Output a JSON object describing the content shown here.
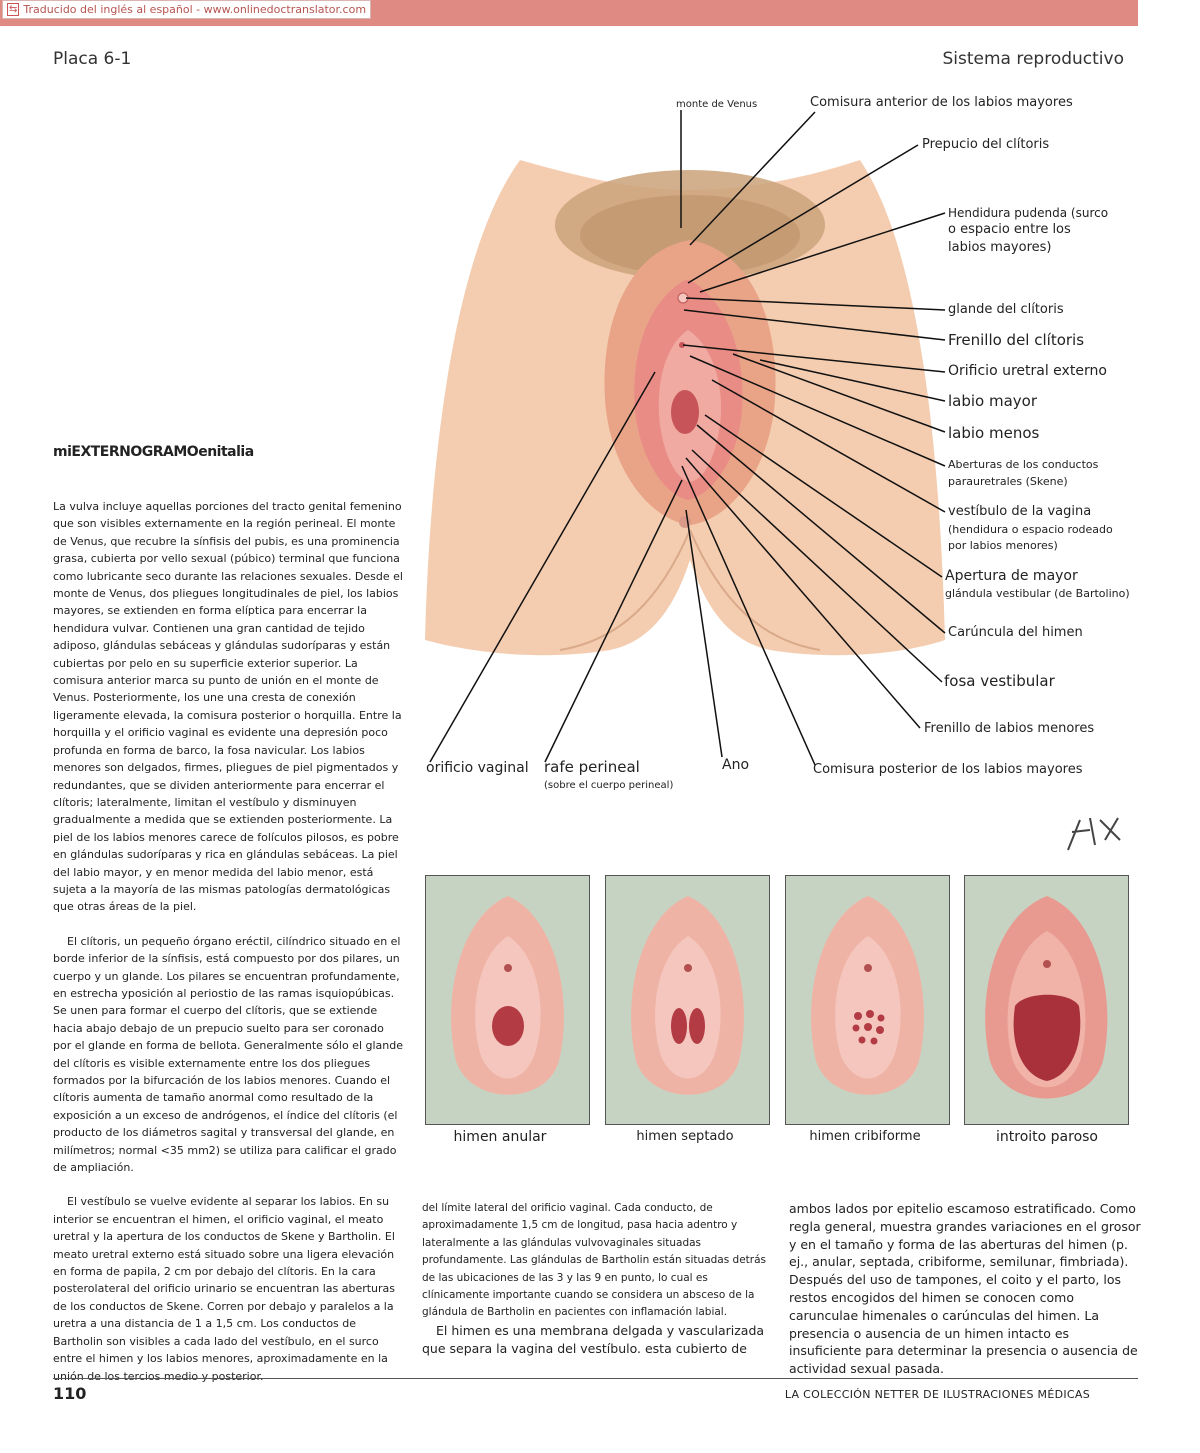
{
  "banner": {
    "text": "Traducido del inglés al español - www.onlinedoctranslator.com"
  },
  "header": {
    "plate": "Placa 6-1",
    "section": "Sistema reproductivo"
  },
  "labels": {
    "monte": "monte de Venus",
    "comisura_ant": "Comisura anterior de los labios mayores",
    "prepucio": "Prepucio del clítoris",
    "hendidura_1": "Hendidura pudenda (surco",
    "hendidura_2": "o espacio entre los",
    "hendidura_3": "labios mayores)",
    "glande": "glande del clítoris",
    "frenillo_clit": "Frenillo del clítoris",
    "orificio_uretral": "Orificio uretral externo",
    "labio_mayor": "labio mayor",
    "labio_menos": "labio menos",
    "aberturas_1": "Aberturas de los conductos",
    "aberturas_2": "parauretrales (Skene)",
    "vestibulo_1": "vestíbulo de la vagina",
    "vestibulo_2": "(hendidura o espacio rodeado",
    "vestibulo_3": "por labios menores)",
    "apertura_1": "Apertura de mayor",
    "apertura_2": "glándula vestibular (de Bartolino)",
    "caruncula": "Carúncula del himen",
    "fosa": "fosa vestibular",
    "frenillo_labios": "Frenillo de labios menores",
    "comisura_post": "Comisura posterior de los labios mayores",
    "orificio_vaginal": "orificio vaginal",
    "rafe": "rafe perineal",
    "rafe_sub": "(sobre el cuerpo perineal)",
    "ano": "Ano"
  },
  "section_title": "miEXTERNOGRAMOenitalia",
  "col1": {
    "p1": "La vulva incluye aquellas porciones del tracto genital femenino que son visibles externamente en la región perineal. El monte de Venus, que recubre la sínfisis del pubis, es una prominencia grasa, cubierta por vello sexual (púbico) terminal que funciona como lubricante seco durante las relaciones sexuales. Desde el monte de Venus, dos pliegues longitudinales de piel, los labios mayores, se extienden en forma elíptica para encerrar la hendidura vulvar. Contienen una gran cantidad de tejido adiposo, glándulas sebáceas y glándulas sudoríparas y están cubiertas por pelo en su superficie exterior superior. La comisura anterior marca su punto de unión en el monte de Venus. Posteriormente, los une una cresta de conexión ligeramente elevada, la comisura posterior o horquilla. Entre la horquilla y el orificio vaginal es evidente una depresión poco profunda en forma de barco, la fosa navicular. Los labios menores son delgados, firmes, pliegues de piel pigmentados y redundantes, que se dividen anteriormente para encerrar el clítoris; lateralmente, limitan el vestíbulo y disminuyen gradualmente a medida que se extienden posteriormente. La piel de los labios menores carece de folículos pilosos, es pobre en glándulas sudoríparas y rica en glándulas sebáceas. La piel del labio mayor, y en menor medida del labio menor, está sujeta a la mayoría de las mismas patologías dermatológicas que otras áreas de la piel.",
    "p2": "El clítoris, un pequeño órgano eréctil, cilíndrico situado en el borde inferior de la sínfisis, está compuesto por dos pilares, un cuerpo y un glande. Los pilares se encuentran profundamente, en estrecha yposición al periostio de las ramas isquiopúbicas. Se unen para formar el cuerpo del clítoris, que se extiende hacia abajo debajo de un prepucio suelto para ser coronado por el glande en forma de bellota. Generalmente sólo el glande del clítoris es visible externamente entre los dos pliegues formados por la bifurcación de los labios menores. Cuando el clítoris aumenta de tamaño anormal como resultado de la exposición a un exceso de andrógenos, el índice del clítoris (el producto de los diámetros sagital y transversal del glande, en milímetros; normal <35 mm2) se utiliza para calificar el grado de ampliación.",
    "p3": "El vestíbulo se vuelve evidente al separar los labios. En su interior se encuentran el himen, el orificio vaginal, el meato uretral y la apertura de los conductos de Skene y Bartholin. El meato uretral externo está situado sobre una ligera elevación en forma de papila, 2 cm por debajo del clítoris. En la cara posterolateral del orificio urinario se encuentran las aberturas de los conductos de Skene. Corren por debajo y paralelos a la uretra a una distancia de 1 a 1,5 cm. Los conductos de Bartholin son visibles a cada lado del vestíbulo, en el surco entre el himen y los labios menores, aproximadamente en la unión de los tercios medio y posterior."
  },
  "col2": {
    "p1": "del límite lateral del orificio vaginal. Cada conducto, de aproximadamente 1,5 cm de longitud, pasa hacia adentro y lateralmente a las glándulas vulvovaginales situadas profundamente. Las glándulas de Bartholin están situadas detrás de las ubicaciones de las 3 y las 9 en punto, lo cual es clínicamente importante cuando se considera un absceso de la glándula de Bartholin en pacientes con inflamación labial.",
    "p2": "El himen es una membrana delgada y vascularizada que separa la vagina del vestíbulo. esta cubierto de"
  },
  "col3": {
    "p1": "ambos lados por epitelio escamoso estratificado. Como regla general, muestra grandes variaciones en el grosor y en el tamaño y forma de las aberturas del himen (p. ej., anular, septada, cribiforme, semilunar, fimbriada). Después del uso de tampones, el coito y el parto, los restos encogidos del himen se conocen como carunculae himenales o carúnculas del himen. La presencia o ausencia de un himen intacto es insuficiente para determinar la presencia o ausencia de actividad sexual pasada."
  },
  "hymen_types": [
    "himen anular",
    "himen septado",
    "himen cribiforme",
    "introito paroso"
  ],
  "footer": {
    "page": "110",
    "collection": "LA COLECCIÓN NETTER DE ILUSTRACIONES MÉDICAS"
  },
  "colors": {
    "banner": "#e08a84",
    "skin": "#f3c9a8",
    "mucosa": "#e58b86",
    "panel": "#c7d3c2"
  }
}
